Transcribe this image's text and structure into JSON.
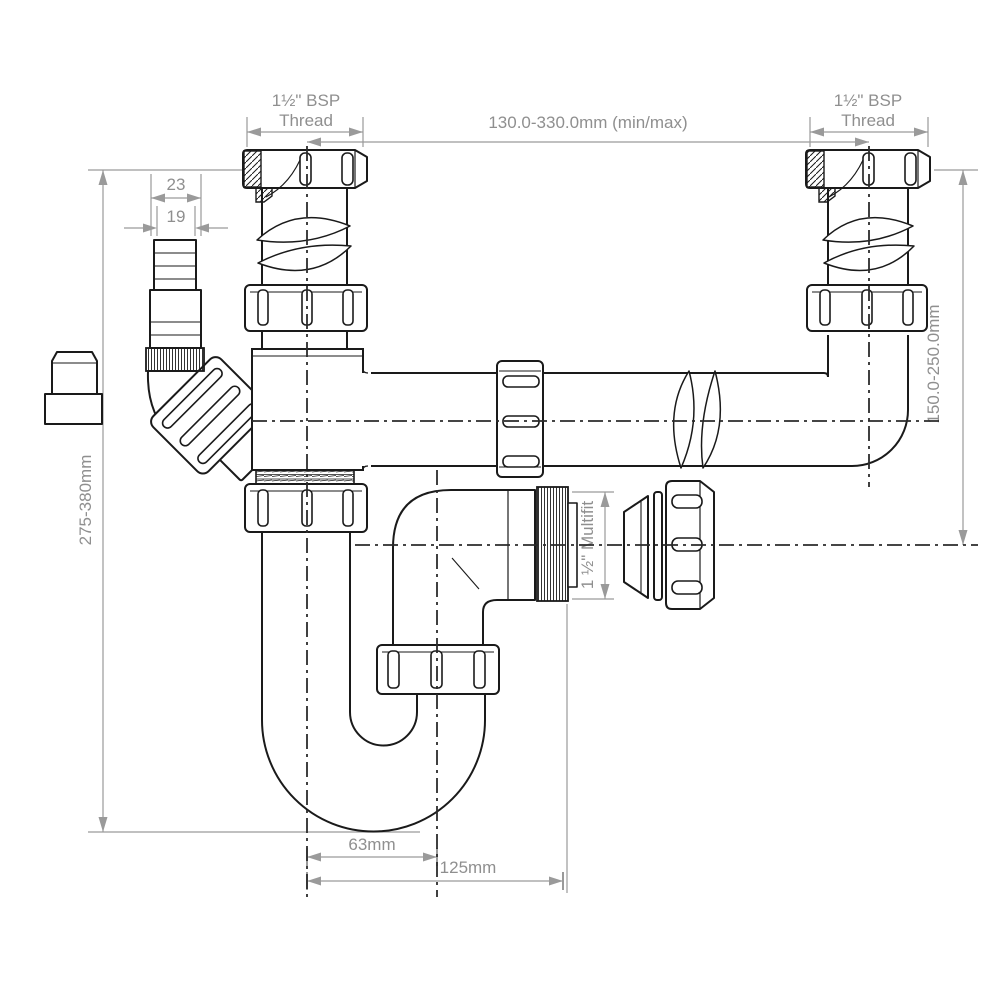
{
  "colors": {
    "outline": "#1a1a1a",
    "dimension": "#9a9a9a",
    "text": "#8f8f8f",
    "centerline": "#2b2b2b",
    "background": "#ffffff"
  },
  "dimensions": {
    "bsp_left": {
      "line1": "1½\" BSP",
      "line2": "Thread"
    },
    "bsp_right": {
      "line1": "1½\" BSP",
      "line2": "Thread"
    },
    "span": "130.0-330.0mm (min/max)",
    "barb_outer": "23",
    "barb_inner": "19",
    "overall_height": "275-380mm",
    "outlet_drop": "150.0-250.0mm",
    "outlet_size": "1 ½\" Multifit",
    "trap_offset": "63mm",
    "outlet_length": "125mm"
  }
}
